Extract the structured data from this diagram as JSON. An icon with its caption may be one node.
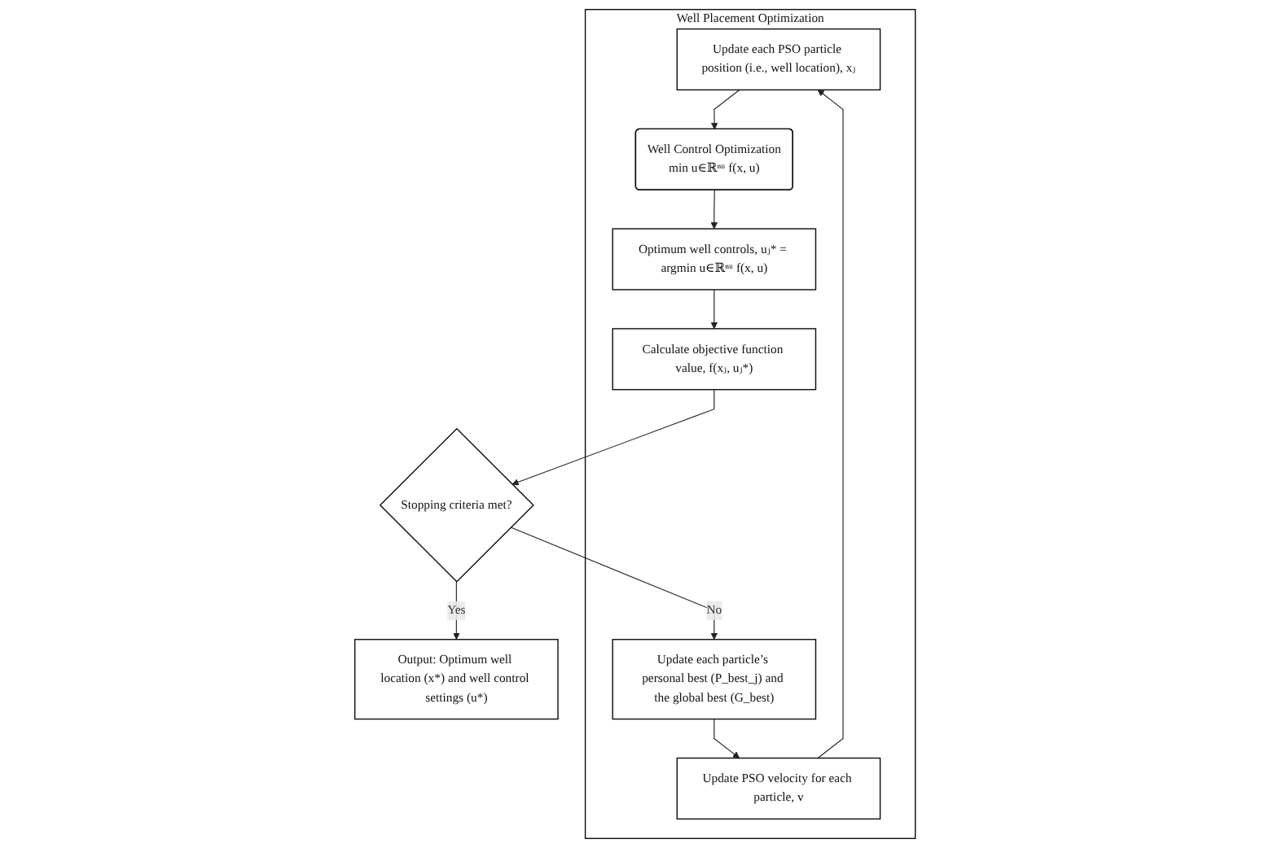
{
  "diagram": {
    "nodes": [
      {
        "text": [
          "Well Placement Optimization"
        ]
      },
      {
        "text": [
          "Update each PSO particle position (i.e., well location), xⱼ"
        ],
        "in": 0
      },
      {
        "text": [
          "Well Control Optimization",
          "min u∈ℝⁿᵘ f(x, u)"
        ],
        "in": 0
      },
      {
        "text": [
          "Optimum well controls, uⱼ* = argmin u∈ℝⁿᵘ f(x, u)"
        ],
        "in": 0
      },
      {
        "text": [
          "Calculate objective function value, f(xⱼ, uⱼ*)"
        ],
        "in": 0
      },
      {
        "text": [
          "Stopping criteria met?"
        ]
      },
      {
        "text": [
          "Update each particle’s personal best (P_best_j) and the global best (G_best)"
        ],
        "in": 0
      },
      {
        "text": [
          "Update PSO velocity for each particle, v"
        ],
        "in": 0
      },
      {
        "text": [
          "Output: Optimum well location (x*) and well control settings (u*)"
        ]
      }
    ],
    "edges": [
      {
        "from": 1,
        "to": 2,
        "arrow": "to"
      },
      {
        "from": 2,
        "to": 3,
        "arrow": "to"
      },
      {
        "from": 3,
        "to": 4,
        "arrow": "to"
      },
      {
        "from": 4,
        "to": 5,
        "arrow": "to"
      },
      {
        "from": 5,
        "to": 6,
        "label": "No",
        "arrow": "to"
      },
      {
        "from": 6,
        "to": 7,
        "arrow": "to"
      },
      {
        "from": 7,
        "to": 1,
        "arrow": "to"
      },
      {
        "from": 5,
        "to": 8,
        "label": "Yes",
        "arrow": "to"
      }
    ]
  }
}
